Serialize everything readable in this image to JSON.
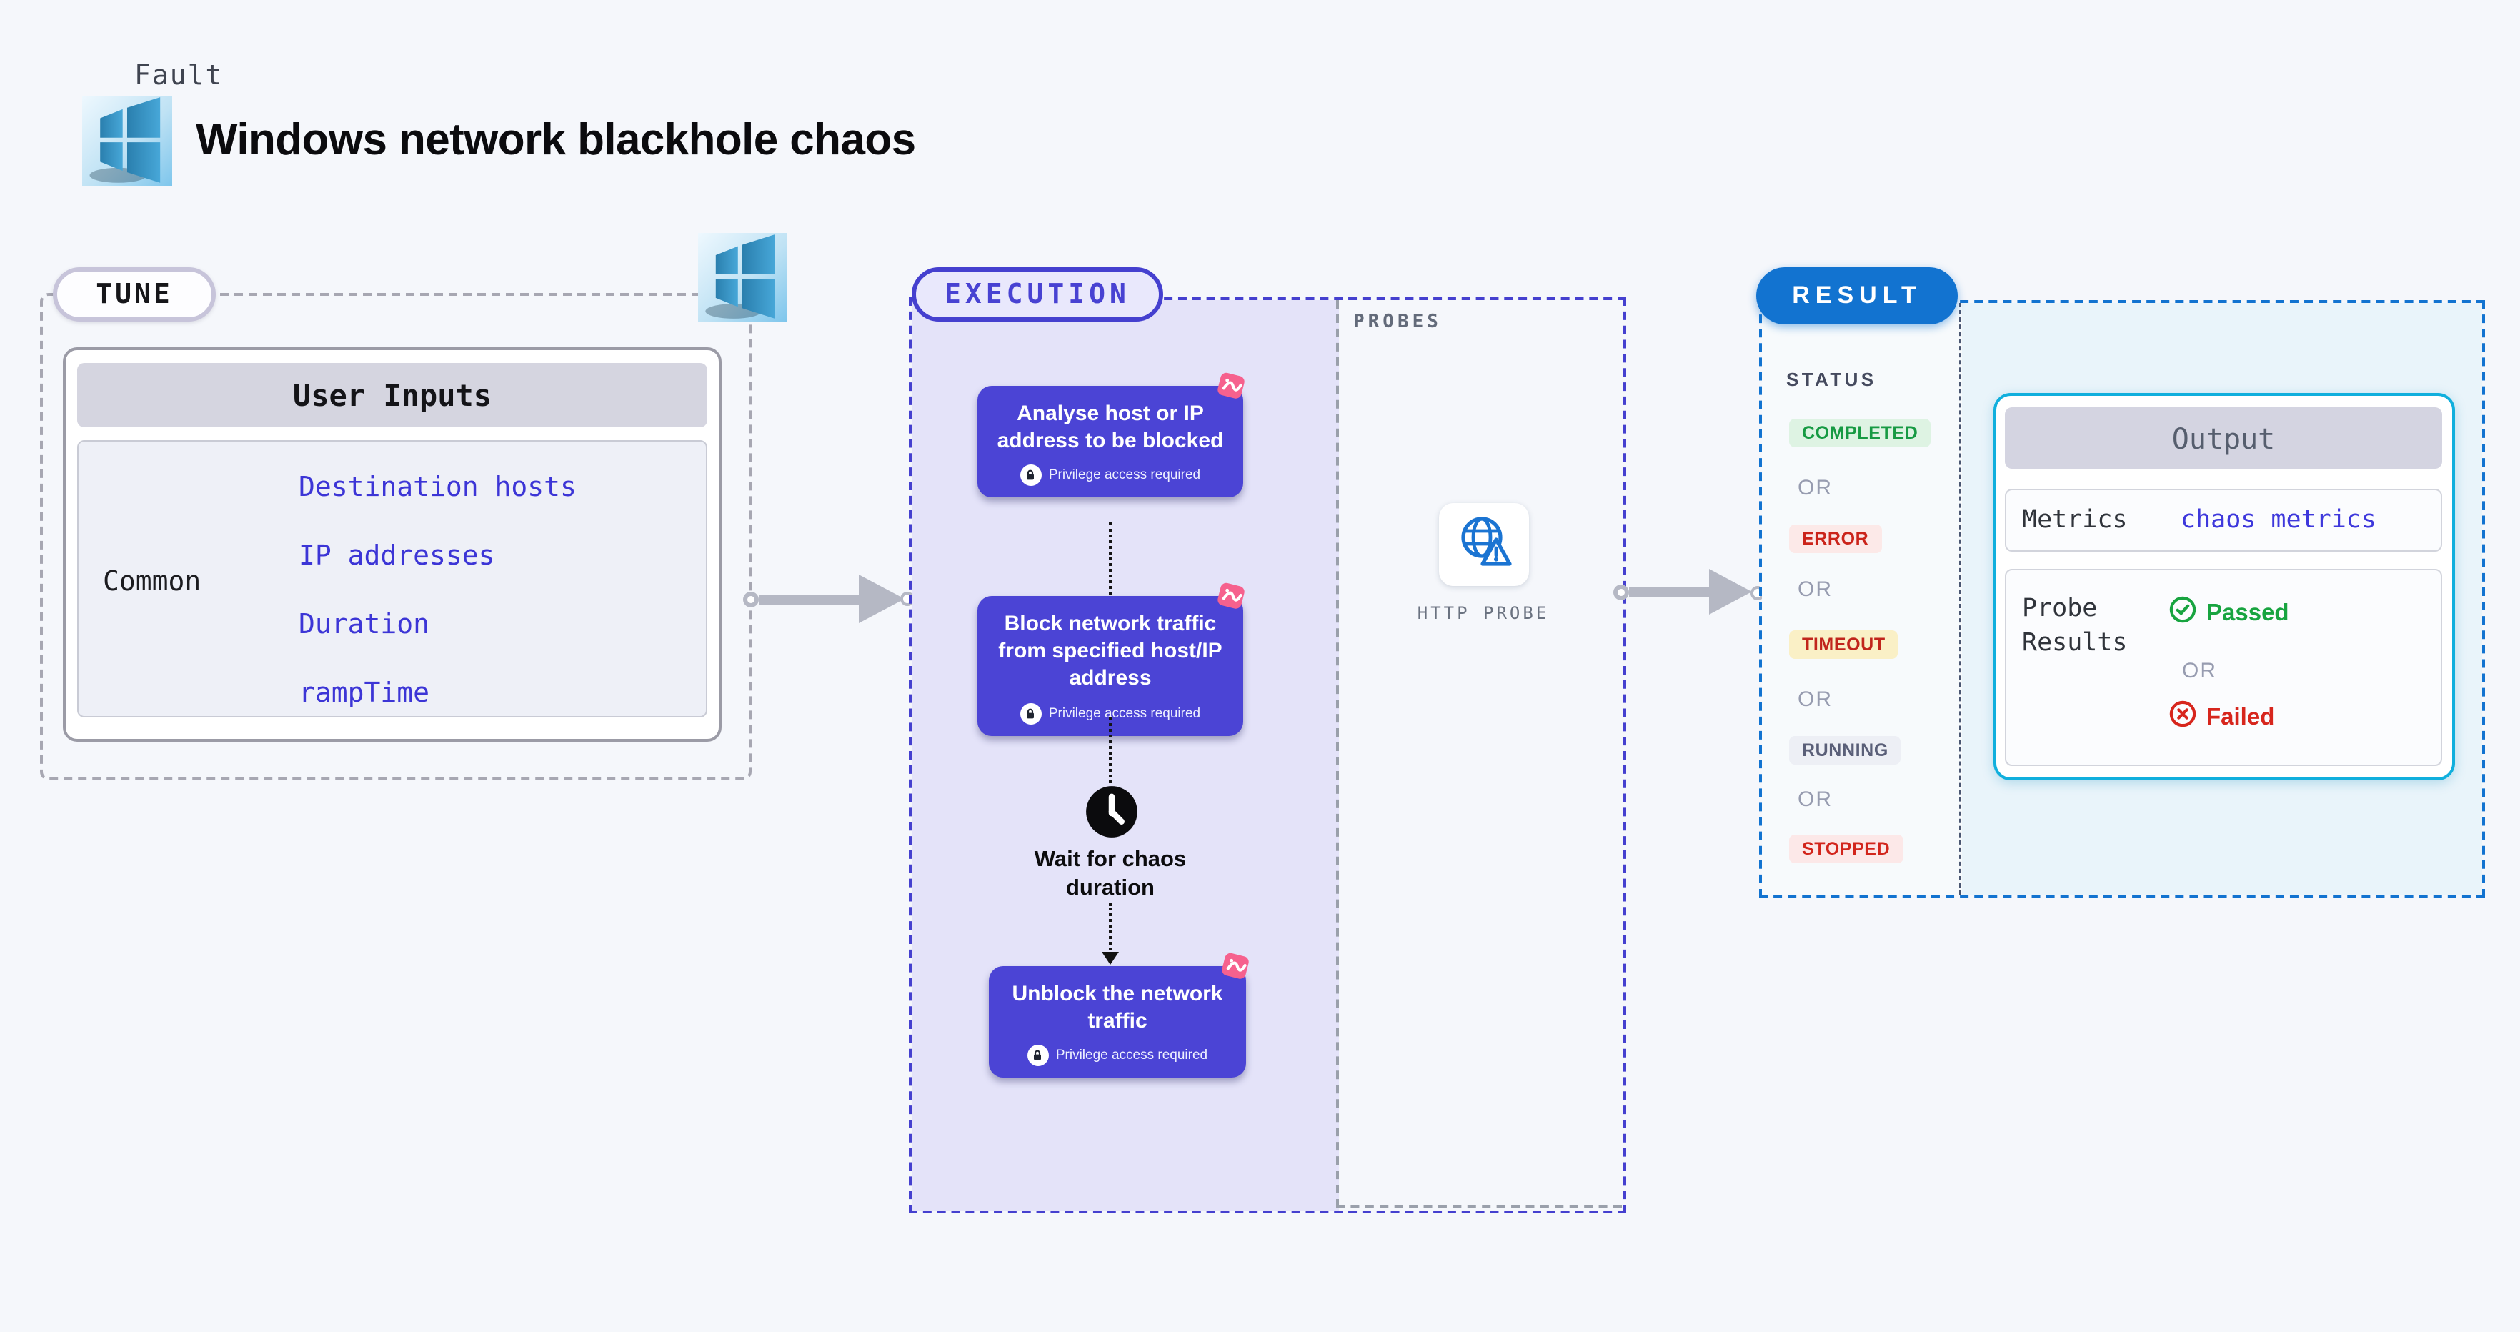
{
  "header": {
    "kicker": "Fault",
    "title": "Windows network blackhole chaos"
  },
  "tune": {
    "badge": "TUNE",
    "table": {
      "header": "User Inputs",
      "row_label": "Common",
      "inputs": [
        "Destination hosts",
        "IP addresses",
        "Duration",
        "rampTime"
      ]
    }
  },
  "execution": {
    "badge": "EXECUTION",
    "steps": [
      {
        "title": "Analyse host or IP address to be blocked",
        "note": "Privilege access required"
      },
      {
        "title": "Block network traffic from specified host/IP address",
        "note": "Privilege access required"
      }
    ],
    "wait_label": "Wait for chaos duration",
    "final_step": {
      "title": "Unblock the network traffic",
      "note": "Privilege access required"
    }
  },
  "probes": {
    "label": "PROBES",
    "probe_label": "HTTP PROBE"
  },
  "result": {
    "badge": "RESULT",
    "status_label": "STATUS",
    "or_label": "OR",
    "statuses": [
      {
        "label": "COMPLETED",
        "fg": "#179a43",
        "bg": "#def3e3"
      },
      {
        "label": "ERROR",
        "fg": "#cb241b",
        "bg": "#fce9e8"
      },
      {
        "label": "TIMEOUT",
        "fg": "#c1251c",
        "bg": "#faf0c6"
      },
      {
        "label": "RUNNING",
        "fg": "#5a5f78",
        "bg": "#edeff5"
      },
      {
        "label": "STOPPED",
        "fg": "#d2251c",
        "bg": "#fce8e8"
      }
    ],
    "output": {
      "header": "Output",
      "metrics_label": "Metrics",
      "metrics_value": "chaos metrics",
      "probe_results_label": "Probe Results",
      "passed_label": "Passed",
      "or_label": "OR",
      "failed_label": "Failed"
    }
  },
  "colors": {
    "page_bg": "#f5f7fb",
    "execution_accent": "#4540cf",
    "execution_fill": "#e4e3f9",
    "step_box": "#4b44d5",
    "result_accent": "#1273d0",
    "result_fill": "#e9f4fa",
    "output_border": "#10afdd",
    "link": "#3c35d6",
    "passed_green": "#18a440",
    "failed_red": "#d7261d",
    "fault_pink": "#f6618e",
    "probe_blue": "#1b74d2"
  }
}
